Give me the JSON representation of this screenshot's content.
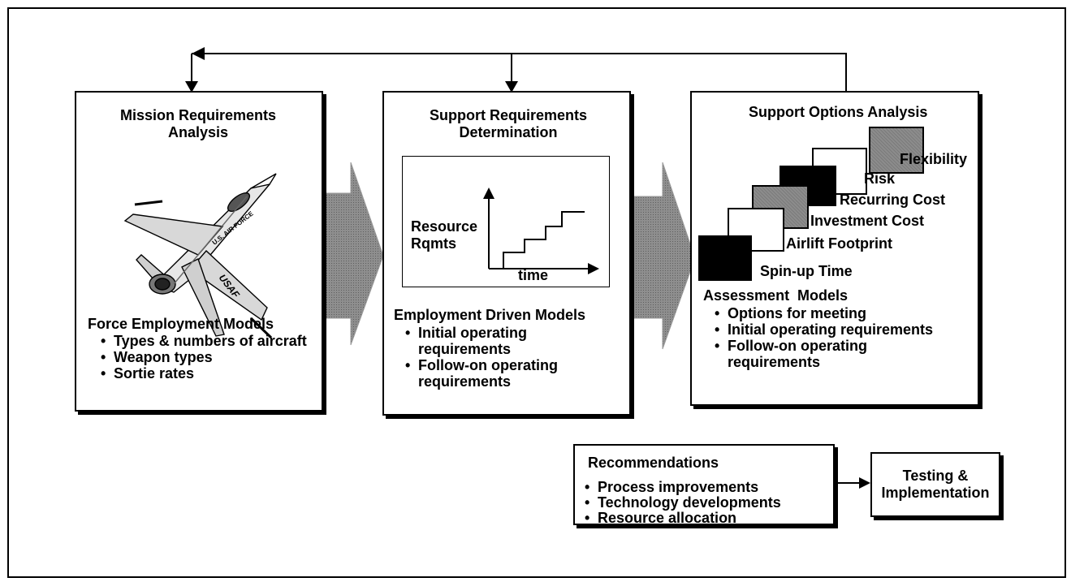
{
  "mission": {
    "title": "Mission Requirements Analysis",
    "models_title": "Force Employment Models",
    "bullets": [
      "Types & numbers of aircraft",
      "Weapon types",
      "Sortie rates"
    ],
    "aircraft_markings": {
      "top": "U.S. AIR FORCE",
      "tail": "USAF"
    }
  },
  "support": {
    "title": "Support Requirements Determination",
    "graph_ylabel": "Resource Rqmts",
    "graph_xlabel": "time",
    "models_title": "Employment Driven Models",
    "bullets": [
      "Initial operating requirements",
      "Follow-on operating requirements"
    ]
  },
  "options": {
    "title": "Support Options Analysis",
    "stack": [
      {
        "label": "Flexibility",
        "fill": "gray"
      },
      {
        "label": "Risk",
        "fill": "white"
      },
      {
        "label": "Recurring Cost",
        "fill": "black"
      },
      {
        "label": "Investment Cost",
        "fill": "gray"
      },
      {
        "label": "Airlift Footprint",
        "fill": "white"
      },
      {
        "label": "Spin-up Time",
        "fill": "black"
      }
    ],
    "models_title": "Assessment  Models",
    "bullets": [
      "Options for meeting",
      "Initial operating requirements",
      "Follow-on operating requirements"
    ]
  },
  "recommendations": {
    "title": "Recommendations",
    "bullets": [
      "Process improvements",
      "Technology developments",
      "Resource allocation"
    ]
  },
  "testing": {
    "label": "Testing & Implementation"
  },
  "colors": {
    "line": "#000000",
    "arrow_gray": "#8c8c8c",
    "background": "#ffffff"
  }
}
